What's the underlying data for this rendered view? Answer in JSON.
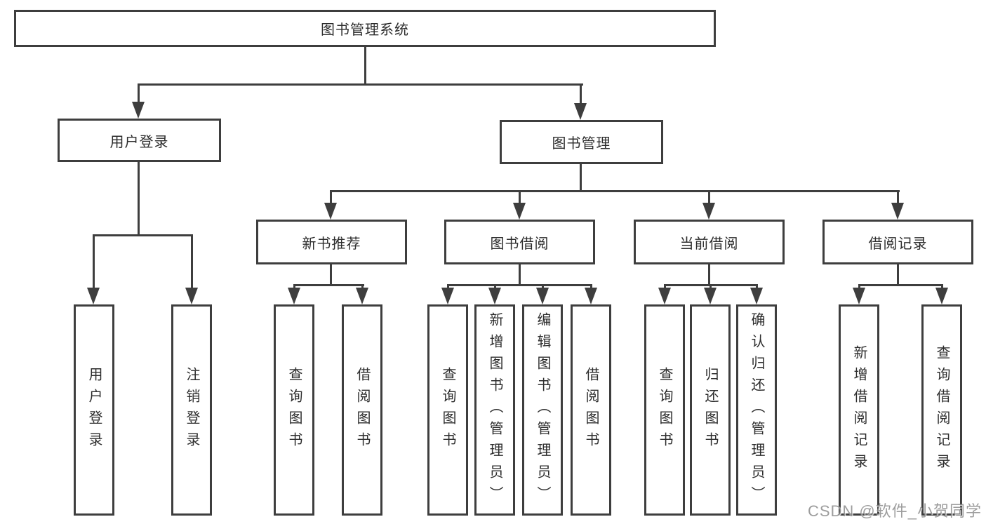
{
  "tree": {
    "label": "图书管理系统",
    "children": [
      {
        "label": "用户登录",
        "children": [
          {
            "label": "用户登录"
          },
          {
            "label": "注销登录"
          }
        ]
      },
      {
        "label": "图书管理",
        "children": [
          {
            "label": "新书推荐",
            "children": [
              {
                "label": "查询图书"
              },
              {
                "label": "借阅图书"
              }
            ]
          },
          {
            "label": "图书借阅",
            "children": [
              {
                "label": "查询图书"
              },
              {
                "label": "新增图书（管理员）"
              },
              {
                "label": "编辑图书（管理员）"
              },
              {
                "label": "借阅图书"
              }
            ]
          },
          {
            "label": "当前借阅",
            "children": [
              {
                "label": "查询图书"
              },
              {
                "label": "归还图书"
              },
              {
                "label": "确认归还（管理员）"
              }
            ]
          },
          {
            "label": "借阅记录",
            "children": [
              {
                "label": "新增借阅记录"
              },
              {
                "label": "查询借阅记录"
              }
            ]
          }
        ]
      }
    ]
  },
  "watermark": {
    "text": "CSDN @软件_小贺同学"
  },
  "colors": {
    "line": "#3e3e3e",
    "text": "#2d2d2d",
    "watermark": "#828282",
    "background": "#ffffff"
  }
}
